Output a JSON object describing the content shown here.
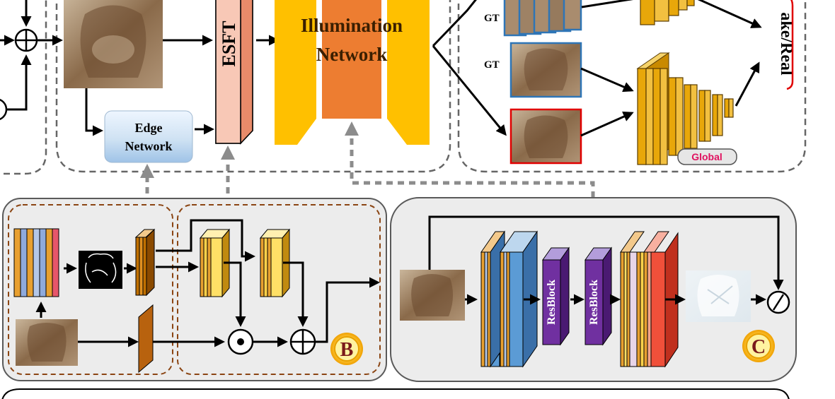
{
  "main": {
    "esft_label": "ESFT",
    "illumination_line1": "Illumination",
    "illumination_line2": "Network",
    "edge_line1": "Edge",
    "edge_line2": "Network"
  },
  "discriminator": {
    "gt_label_top": "GT",
    "gt_label_mid": "GT",
    "fake_real_label": "ake/Real",
    "global_label": "Global"
  },
  "panel_b": {
    "badge": "B"
  },
  "panel_c": {
    "badge": "C",
    "resblock_1": "ResBlock",
    "resblock_2": "ResBlock"
  },
  "colors": {
    "illumination_outer": "#FFC000",
    "illumination_inner": "#ED7D31",
    "esft": "#F4A58A",
    "edge_network": "#BDD7EE",
    "resblock": "#7030A0",
    "global_badge_text": "#E0115F",
    "fake_real_bracket": "#E00000",
    "gt_frame": "#2E75B6",
    "fake_frame": "#E00000"
  },
  "icons": {
    "sum_symbol": "circled-plus-icon",
    "hadamard_symbol": "circled-dot-icon",
    "divide_symbol": "circled-slash-icon"
  }
}
